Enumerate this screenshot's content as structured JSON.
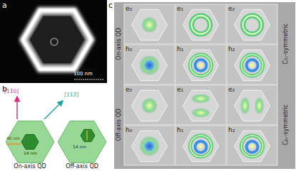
{
  "diagram": {
    "labels": [
      "a",
      "100 nm",
      "b",
      "[11̄0]",
      "[112̄]",
      "40 nm",
      "14 nm",
      "14 nm",
      "On-axis QD",
      "Off-axis QD",
      "c",
      "On-axis QD",
      "e₀",
      "e₁",
      "e₂",
      "h₀",
      "h₁",
      "h₂",
      "Off-axis QD",
      "e₀",
      "e₁",
      "e₂",
      "h₀",
      "h₁",
      "h₂",
      "C₃ᵥ-symmetric",
      "C₂ᵥ-symmetric"
    ]
  }
}
